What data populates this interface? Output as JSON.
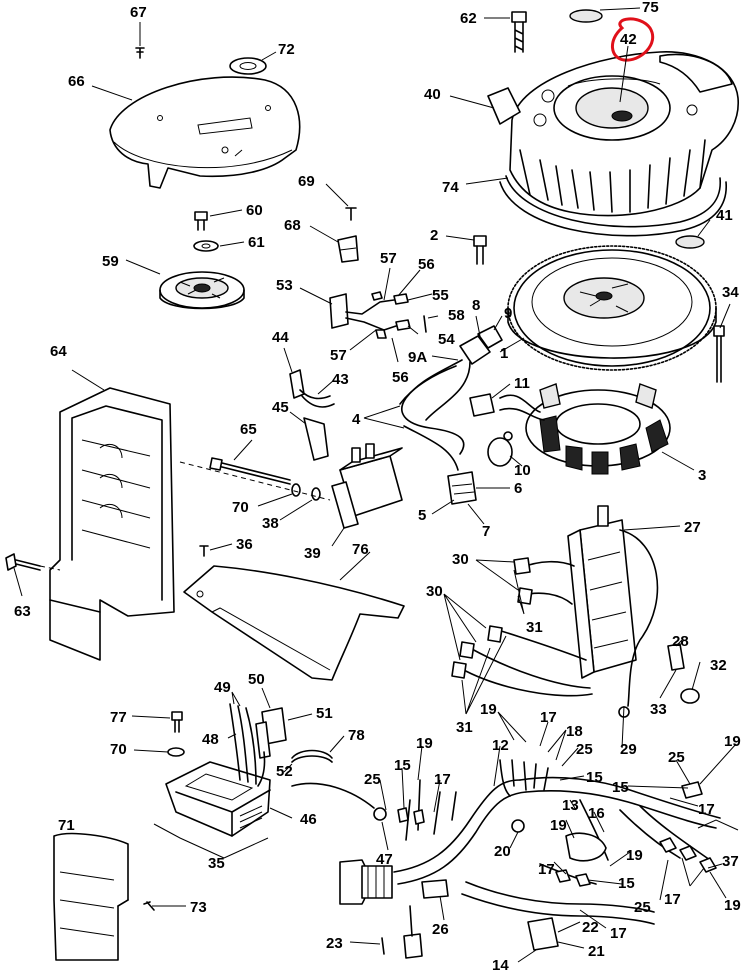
{
  "diagram": {
    "highlight_color": "#e0101a",
    "highlighted_part": "42",
    "callouts": [
      {
        "id": "c67",
        "text": "67"
      },
      {
        "id": "c72",
        "text": "72"
      },
      {
        "id": "c66",
        "text": "66"
      },
      {
        "id": "c62",
        "text": "62"
      },
      {
        "id": "c75",
        "text": "75"
      },
      {
        "id": "c42",
        "text": "42"
      },
      {
        "id": "c40",
        "text": "40"
      },
      {
        "id": "c74",
        "text": "74"
      },
      {
        "id": "c69",
        "text": "69"
      },
      {
        "id": "c60",
        "text": "60"
      },
      {
        "id": "c61",
        "text": "61"
      },
      {
        "id": "c68",
        "text": "68"
      },
      {
        "id": "c59",
        "text": "59"
      },
      {
        "id": "c2",
        "text": "2"
      },
      {
        "id": "c41",
        "text": "41"
      },
      {
        "id": "c57a",
        "text": "57"
      },
      {
        "id": "c56a",
        "text": "56"
      },
      {
        "id": "c53",
        "text": "53"
      },
      {
        "id": "c55",
        "text": "55"
      },
      {
        "id": "c58",
        "text": "58"
      },
      {
        "id": "c54",
        "text": "54"
      },
      {
        "id": "c8",
        "text": "8"
      },
      {
        "id": "c9",
        "text": "9"
      },
      {
        "id": "c34",
        "text": "34"
      },
      {
        "id": "c64",
        "text": "64"
      },
      {
        "id": "c44",
        "text": "44"
      },
      {
        "id": "c57b",
        "text": "57"
      },
      {
        "id": "c56b",
        "text": "56"
      },
      {
        "id": "c9a",
        "text": "9A"
      },
      {
        "id": "c1",
        "text": "1"
      },
      {
        "id": "c43",
        "text": "43"
      },
      {
        "id": "c45",
        "text": "45"
      },
      {
        "id": "c11",
        "text": "11"
      },
      {
        "id": "c4",
        "text": "4"
      },
      {
        "id": "c65",
        "text": "65"
      },
      {
        "id": "c10",
        "text": "10"
      },
      {
        "id": "c3",
        "text": "3"
      },
      {
        "id": "c6",
        "text": "6"
      },
      {
        "id": "c70a",
        "text": "70"
      },
      {
        "id": "c38",
        "text": "38"
      },
      {
        "id": "c5",
        "text": "5"
      },
      {
        "id": "c7",
        "text": "7"
      },
      {
        "id": "c39",
        "text": "39"
      },
      {
        "id": "c27",
        "text": "27"
      },
      {
        "id": "c36",
        "text": "36"
      },
      {
        "id": "c76",
        "text": "76"
      },
      {
        "id": "c30a",
        "text": "30"
      },
      {
        "id": "c63",
        "text": "63"
      },
      {
        "id": "c30b",
        "text": "30"
      },
      {
        "id": "c31a",
        "text": "31"
      },
      {
        "id": "c28",
        "text": "28"
      },
      {
        "id": "c32",
        "text": "32"
      },
      {
        "id": "c31b",
        "text": "31"
      },
      {
        "id": "c33",
        "text": "33"
      },
      {
        "id": "c50",
        "text": "50"
      },
      {
        "id": "c49",
        "text": "49"
      },
      {
        "id": "c51",
        "text": "51"
      },
      {
        "id": "c77",
        "text": "77"
      },
      {
        "id": "c48",
        "text": "48"
      },
      {
        "id": "c19a",
        "text": "19"
      },
      {
        "id": "c17a",
        "text": "17"
      },
      {
        "id": "c18",
        "text": "18"
      },
      {
        "id": "c29",
        "text": "29"
      },
      {
        "id": "c70b",
        "text": "70"
      },
      {
        "id": "c78",
        "text": "78"
      },
      {
        "id": "c12",
        "text": "12"
      },
      {
        "id": "c25a",
        "text": "25"
      },
      {
        "id": "c52",
        "text": "52"
      },
      {
        "id": "c19b",
        "text": "19"
      },
      {
        "id": "c15a",
        "text": "15"
      },
      {
        "id": "c25b",
        "text": "25"
      },
      {
        "id": "c19c",
        "text": "19"
      },
      {
        "id": "c17b",
        "text": "17"
      },
      {
        "id": "c15b",
        "text": "15"
      },
      {
        "id": "c15c",
        "text": "15"
      },
      {
        "id": "c25c",
        "text": "25"
      },
      {
        "id": "c13",
        "text": "13"
      },
      {
        "id": "c16",
        "text": "16"
      },
      {
        "id": "c17c",
        "text": "17"
      },
      {
        "id": "c46",
        "text": "46"
      },
      {
        "id": "c19d",
        "text": "19"
      },
      {
        "id": "c71",
        "text": "71"
      },
      {
        "id": "c20",
        "text": "20"
      },
      {
        "id": "c47",
        "text": "47"
      },
      {
        "id": "c35",
        "text": "35"
      },
      {
        "id": "c37",
        "text": "37"
      },
      {
        "id": "c19e",
        "text": "19"
      },
      {
        "id": "c17d",
        "text": "17"
      },
      {
        "id": "c15d",
        "text": "15"
      },
      {
        "id": "c17e",
        "text": "17"
      },
      {
        "id": "c25d",
        "text": "25"
      },
      {
        "id": "c19f",
        "text": "19"
      },
      {
        "id": "c73",
        "text": "73"
      },
      {
        "id": "c26",
        "text": "26"
      },
      {
        "id": "c22",
        "text": "22"
      },
      {
        "id": "c17f",
        "text": "17"
      },
      {
        "id": "c23",
        "text": "23"
      },
      {
        "id": "c21",
        "text": "21"
      },
      {
        "id": "c14",
        "text": "14"
      }
    ]
  }
}
